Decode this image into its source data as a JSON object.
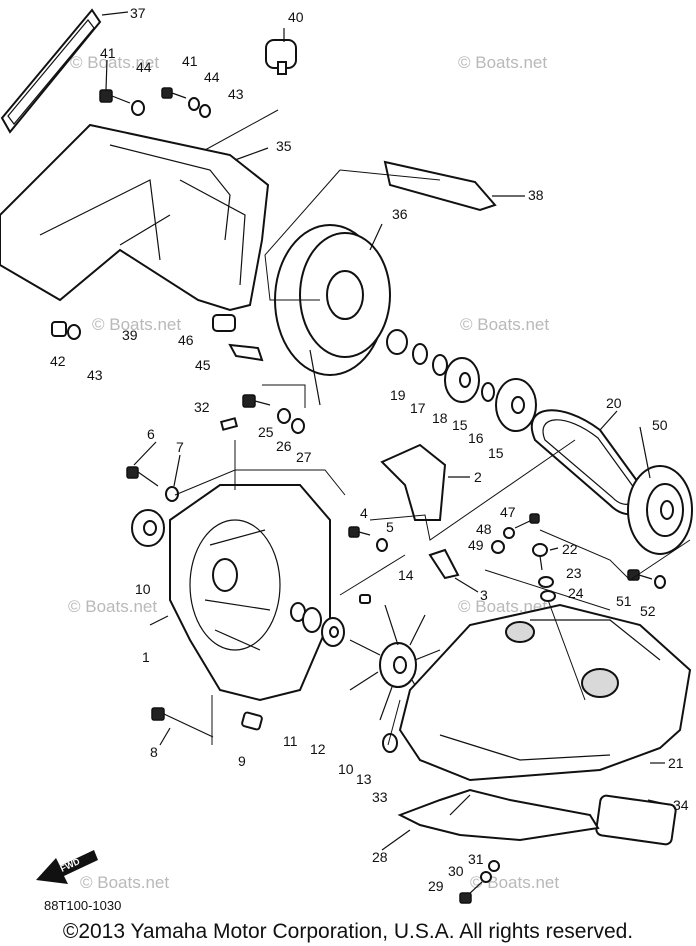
{
  "diagram": {
    "watermark": "© Boats.net",
    "doc_code": "88T100-1030",
    "fwd_label": "FWD",
    "copyright": "©2013 Yamaha Motor Corporation, U.S.A. All rights reserved.",
    "callouts": [
      "37",
      "40",
      "41",
      "44",
      "41",
      "44",
      "43",
      "35",
      "38",
      "36",
      "42",
      "43",
      "39",
      "46",
      "45",
      "19",
      "17",
      "18",
      "15",
      "16",
      "15",
      "20",
      "50",
      "32",
      "25",
      "26",
      "27",
      "6",
      "7",
      "2",
      "4",
      "5",
      "48",
      "47",
      "49",
      "22",
      "23",
      "24",
      "51",
      "52",
      "10",
      "14",
      "3",
      "1",
      "8",
      "9",
      "11",
      "12",
      "10",
      "13",
      "33",
      "21",
      "34",
      "28",
      "30",
      "31",
      "29"
    ]
  }
}
